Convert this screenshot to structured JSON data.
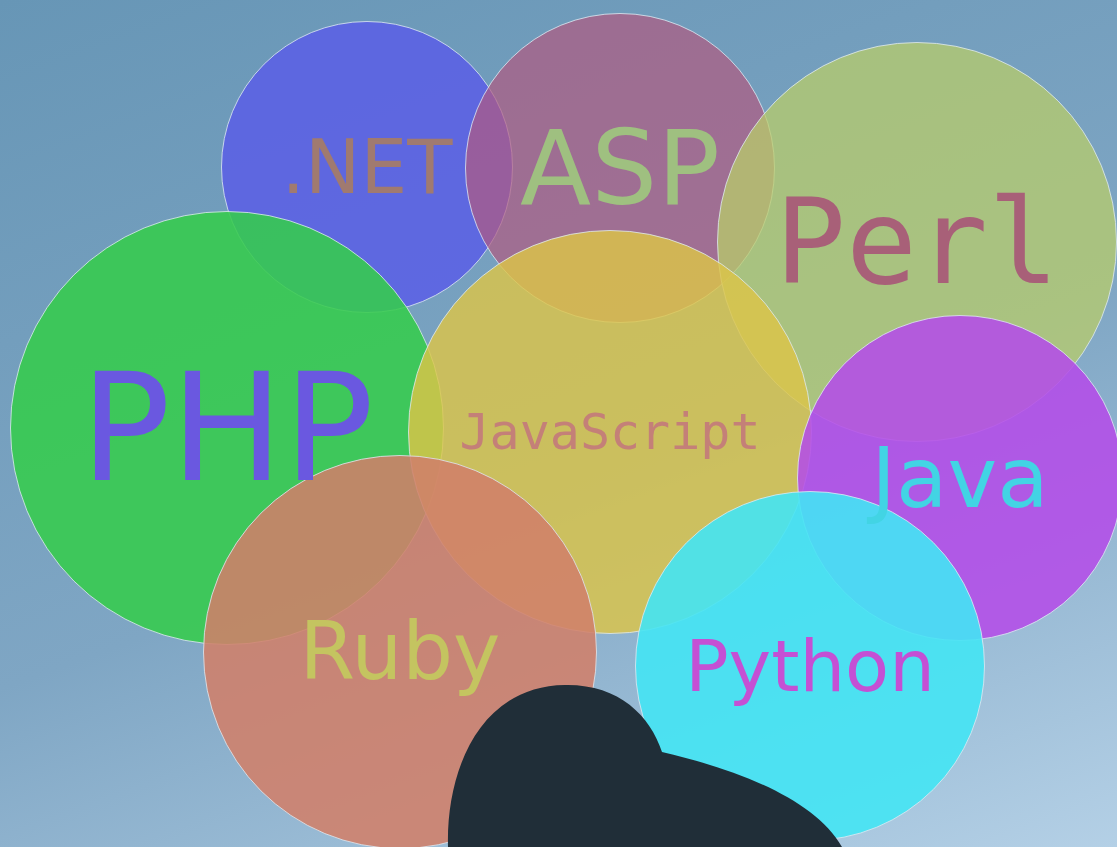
{
  "diagram": {
    "nodes": [
      {
        "text": [
          ".NET"
        ]
      },
      {
        "text": [
          "ASP"
        ]
      },
      {
        "text": [
          "Perl"
        ]
      },
      {
        "text": [
          "PHP"
        ]
      },
      {
        "text": [
          "JavaScript"
        ]
      },
      {
        "text": [
          "Java"
        ]
      },
      {
        "text": [
          "Ruby"
        ]
      },
      {
        "text": [
          "Python"
        ]
      }
    ]
  }
}
